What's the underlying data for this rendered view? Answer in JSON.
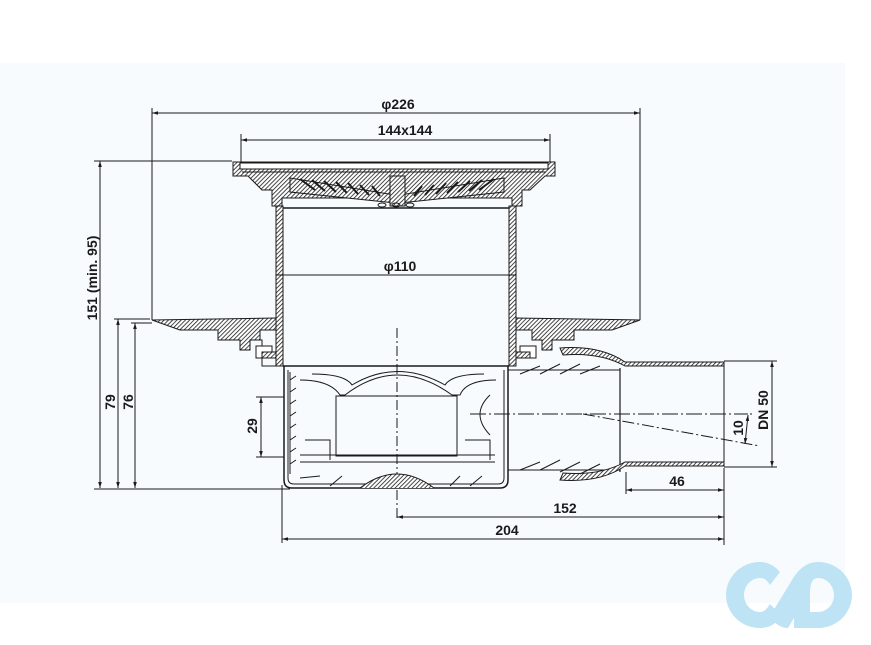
{
  "drawing": {
    "title": "Floor drain cross-section",
    "colors": {
      "background": "#ffffff",
      "panel": "#f7fbfe",
      "line": "#1a1a1a",
      "logo": "#bde3f5"
    },
    "dimensions": {
      "flange_diameter": "φ226",
      "grate_size": "144x144",
      "body_diameter": "φ110",
      "total_height": "151  (min. 95)",
      "height_79": "79",
      "height_76": "76",
      "height_29": "29",
      "outlet_dn": "DN 50",
      "slope": "10",
      "outlet_length_46": "46",
      "outlet_length_152": "152",
      "total_length_204": "204"
    }
  },
  "logo": {
    "icon": "brand-logo-icon"
  }
}
